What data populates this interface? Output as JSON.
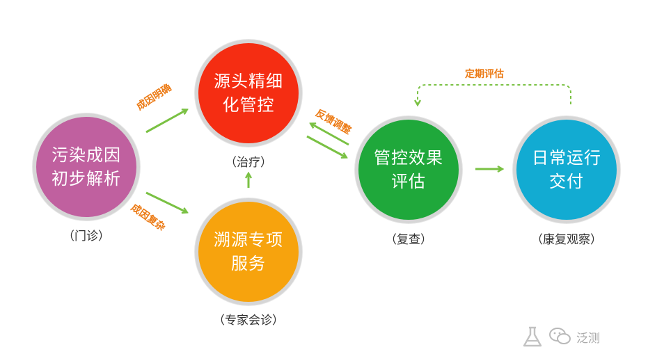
{
  "nodes": {
    "pollution": {
      "line1": "污染成因",
      "line2": "初步解析",
      "caption": "（门诊）",
      "color": "#c0609f"
    },
    "source": {
      "line1": "源头精细",
      "line2": "化管控",
      "caption": "（治疗）",
      "color": "#f52d12"
    },
    "trace": {
      "line1": "溯源专项",
      "line2": "服务",
      "caption": "（专家会诊）",
      "color": "#f7a30d"
    },
    "eval": {
      "line1": "管控效果",
      "line2": "评估",
      "caption": "（复查）",
      "color": "#1fa83b"
    },
    "daily": {
      "line1": "日常运行",
      "line2": "交付",
      "caption": "（康复观察）",
      "color": "#12abd2"
    }
  },
  "edge_labels": {
    "cause_clear": "成因明确",
    "cause_complex": "成因复杂",
    "feedback": "反馈调整",
    "periodic": "定期评估"
  },
  "watermark": {
    "text": "泛测"
  },
  "colors": {
    "arrow": "#7ac143",
    "edge_label": "#ec7a14",
    "ring": "#d6d6d6"
  }
}
